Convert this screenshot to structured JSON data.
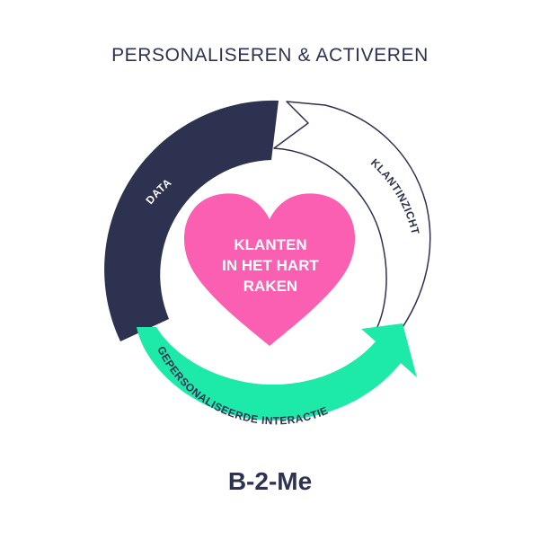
{
  "title": "PERSONALISEREN & ACTIVEREN",
  "footer": "B-2-Me",
  "cycle": {
    "segments": [
      {
        "label": "DATA",
        "color": "#2c3250",
        "text_color": "#ffffff"
      },
      {
        "label": "KLANTINZICHT",
        "color": "#ffffff",
        "text_color": "#2c3250",
        "outline": "#2c3250"
      },
      {
        "label": "GEPERSONALISEERDE INTERACTIE",
        "color": "#1de9a8",
        "text_color": "#2c3250"
      }
    ]
  },
  "center": {
    "lines": [
      "KLANTEN",
      "IN HET HART",
      "RAKEN"
    ],
    "color": "#fb5fb1"
  }
}
